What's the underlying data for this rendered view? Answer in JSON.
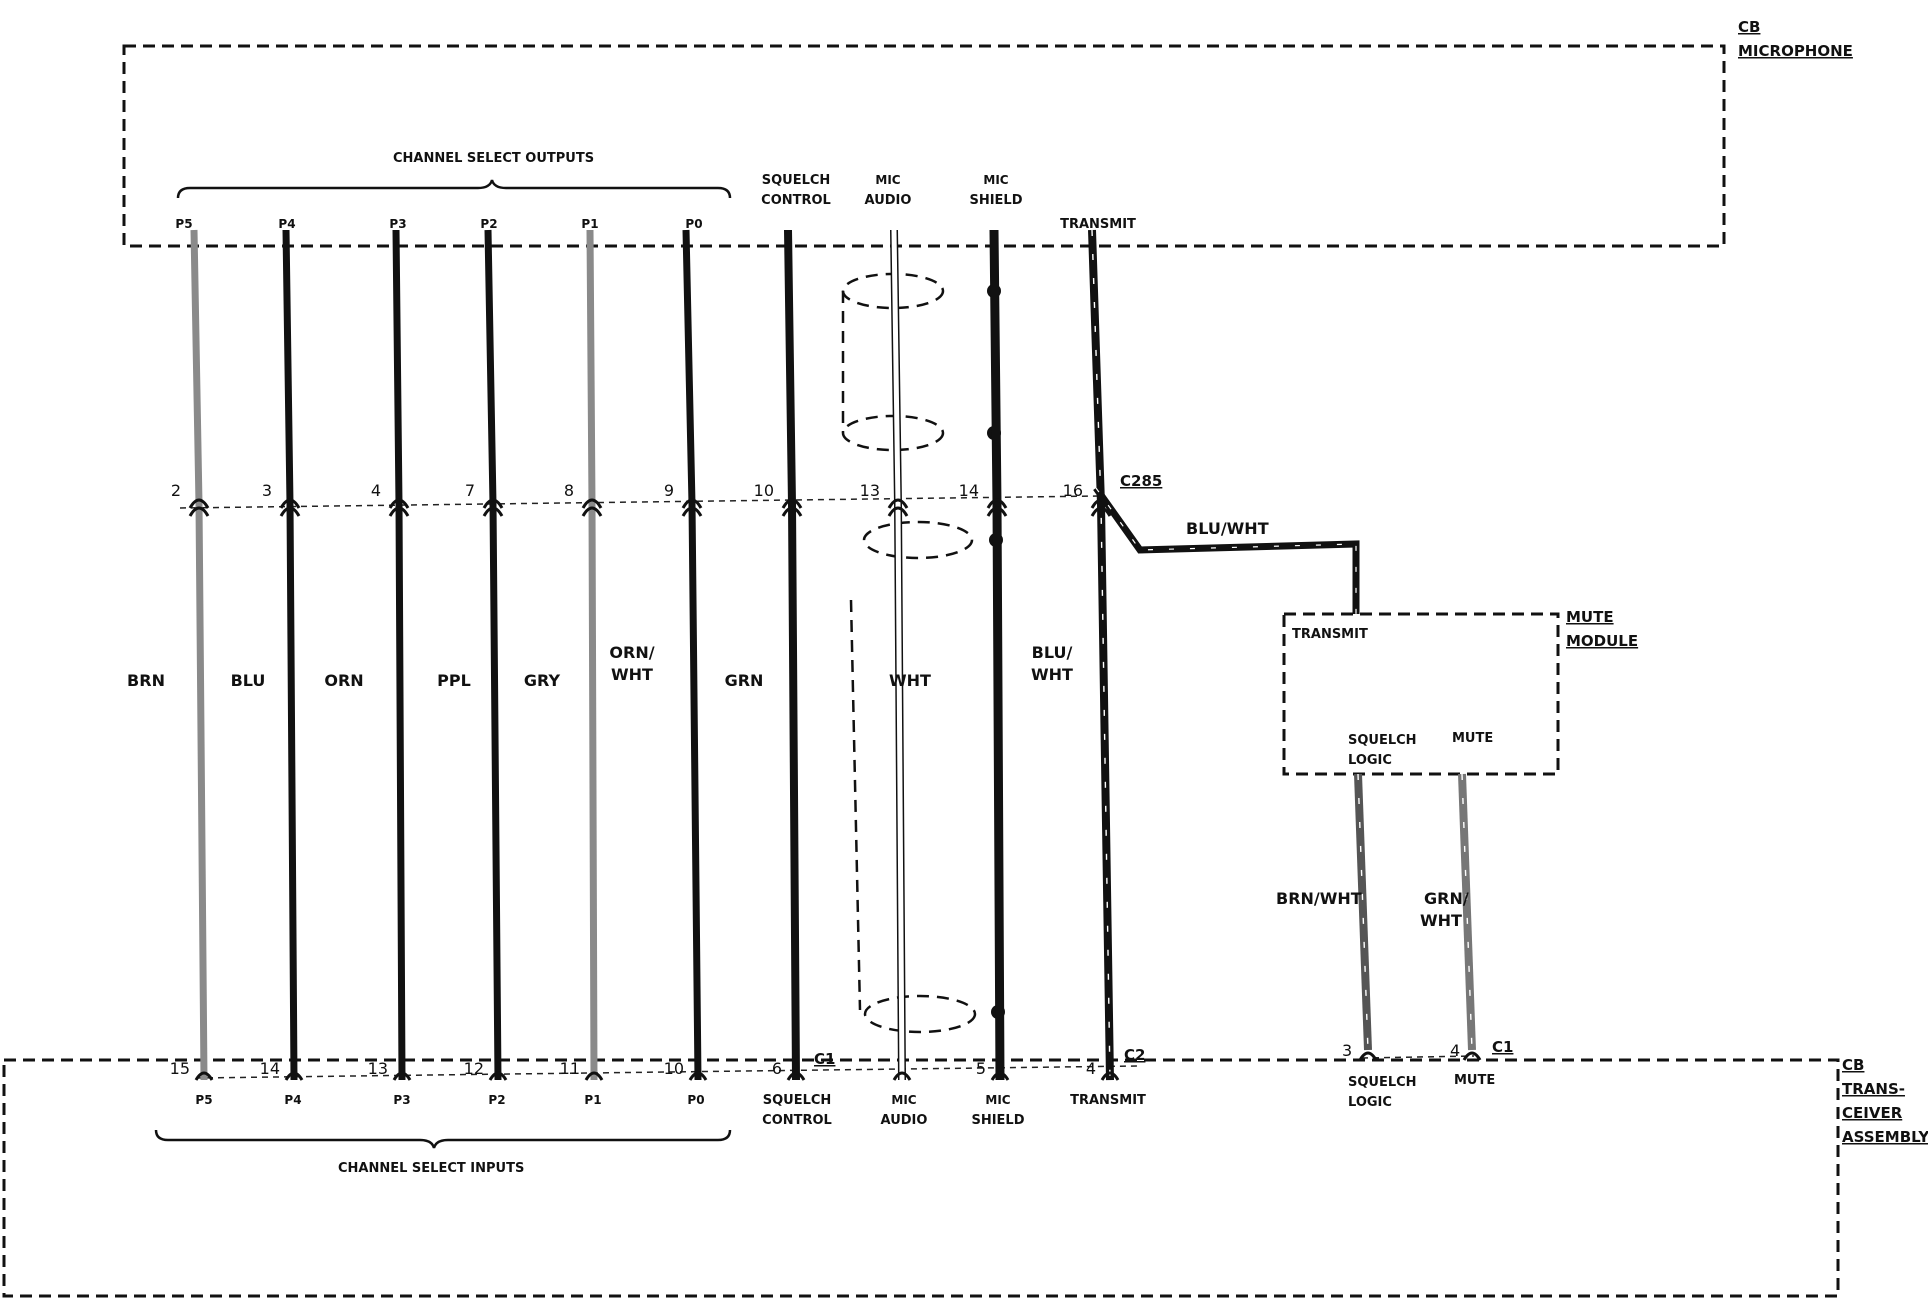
{
  "components": {
    "microphone": {
      "line1": "CB",
      "line2": "MICROPHONE"
    },
    "transceiver": {
      "line1": "CB",
      "line2": "TRANS-",
      "line3": "CEIVER",
      "line4": "ASSEMBLY"
    },
    "mute_module": {
      "line1": "MUTE",
      "line2": "MODULE",
      "transmit": "TRANSMIT",
      "squelch_1": "SQUELCH",
      "squelch_2": "LOGIC",
      "mute": "MUTE"
    }
  },
  "groups": {
    "outputs": "CHANNEL SELECT OUTPUTS",
    "inputs": "CHANNEL SELECT INPUTS"
  },
  "connectors": {
    "c285": "C285",
    "c1": "C1",
    "c2": "C2"
  },
  "colors": {
    "black_wire": "#111111",
    "gray_wire": "#8a8a8a",
    "white_wire": "#ffffff"
  },
  "wires": [
    {
      "id": "p5",
      "top_label": [
        "P5"
      ],
      "bottom_label": [
        "P5"
      ],
      "color_label": [
        "BRN"
      ],
      "mid_pin": "2",
      "bottom_pin": "15",
      "color": "gray"
    },
    {
      "id": "p4",
      "top_label": [
        "P4"
      ],
      "bottom_label": [
        "P4"
      ],
      "color_label": [
        "BLU"
      ],
      "mid_pin": "3",
      "bottom_pin": "14",
      "color": "black"
    },
    {
      "id": "p3",
      "top_label": [
        "P3"
      ],
      "bottom_label": [
        "P3"
      ],
      "color_label": [
        "ORN"
      ],
      "mid_pin": "4",
      "bottom_pin": "13",
      "color": "black"
    },
    {
      "id": "p2",
      "top_label": [
        "P2"
      ],
      "bottom_label": [
        "P2"
      ],
      "color_label": [
        "PPL"
      ],
      "mid_pin": "7",
      "bottom_pin": "12",
      "color": "black"
    },
    {
      "id": "p1",
      "top_label": [
        "P1"
      ],
      "bottom_label": [
        "P1"
      ],
      "color_label": [
        "GRY"
      ],
      "mid_pin": "8",
      "bottom_pin": "11",
      "color": "gray"
    },
    {
      "id": "p0",
      "top_label": [
        "P0"
      ],
      "bottom_label": [
        "P0"
      ],
      "color_label": [
        "ORN/",
        "WHT"
      ],
      "mid_pin": "9",
      "bottom_pin": "10",
      "color": "black"
    },
    {
      "id": "squelch",
      "top_label": [
        "SQUELCH",
        "CONTROL"
      ],
      "bottom_label": [
        "SQUELCH",
        "CONTROL"
      ],
      "color_label": [
        "GRN"
      ],
      "mid_pin": "10",
      "bottom_pin": "6",
      "color": "black"
    },
    {
      "id": "micaudio",
      "top_label": [
        "MIC",
        "AUDIO"
      ],
      "bottom_label": [
        "MIC",
        "AUDIO"
      ],
      "color_label": [
        "WHT"
      ],
      "mid_pin": "13",
      "bottom_pin": "",
      "color": "white"
    },
    {
      "id": "micshield",
      "top_label": [
        "MIC",
        "SHIELD"
      ],
      "bottom_label": [
        "MIC",
        "SHIELD"
      ],
      "color_label": [],
      "mid_pin": "14",
      "bottom_pin": "5",
      "color": "black"
    },
    {
      "id": "transmit",
      "top_label": [
        "TRANSMIT"
      ],
      "bottom_label": [
        "TRANSMIT"
      ],
      "color_label": [
        "BLU/",
        "WHT"
      ],
      "mid_pin": "16",
      "bottom_pin": "4",
      "color": "striped"
    }
  ],
  "mute_wires": {
    "transmit_label": "BLU/WHT",
    "squelch": {
      "color_label": [
        "BRN/WHT"
      ],
      "pin": "3",
      "bottom_label": [
        "SQUELCH",
        "LOGIC"
      ]
    },
    "mute": {
      "color_label": [
        "GRN/",
        "WHT"
      ],
      "pin": "4",
      "bottom_label": [
        "MUTE"
      ]
    }
  }
}
